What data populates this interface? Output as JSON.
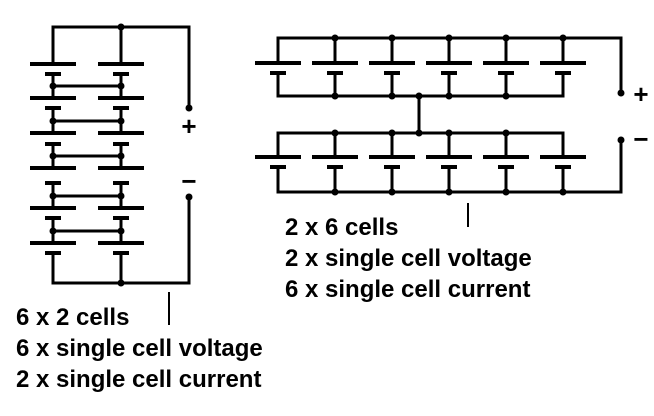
{
  "colors": {
    "ink": "#000000",
    "background": "#ffffff"
  },
  "left_circuit": {
    "arrangement": "6 series x 2 parallel",
    "columns": 2,
    "cells_per_column": 6,
    "terminal_plus": "+",
    "terminal_minus": "−",
    "caption": [
      "6 x 2 cells",
      "6 x single cell voltage",
      "2 x single cell current"
    ]
  },
  "right_circuit": {
    "arrangement": "2 series x 6 parallel",
    "rows": 2,
    "cells_per_row": 6,
    "terminal_plus": "+",
    "terminal_minus": "−",
    "caption": [
      "2 x 6 cells",
      "2 x single cell voltage",
      "6 x single cell current"
    ]
  }
}
